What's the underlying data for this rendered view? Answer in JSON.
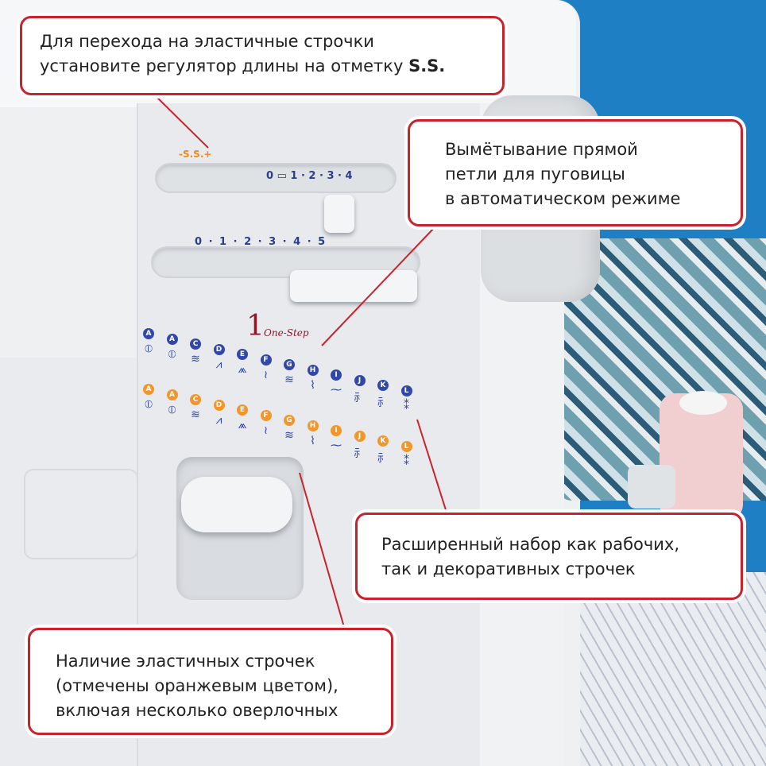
{
  "colors": {
    "accent": "#c8232c",
    "background": "#1f7fc4",
    "elastic_stitch": "#f2962a",
    "regular_stitch": "#3148a8"
  },
  "callouts": [
    {
      "lines": [
        "Для перехода на эластичные строчки",
        "установите регулятор длины на отметку "
      ],
      "bold": "S.S."
    },
    {
      "lines": [
        "Вымётывание прямой",
        "петли для пуговицы",
        "в автоматическом режиме"
      ]
    },
    {
      "lines": [
        "Расширенный набор как рабочих,",
        "так и декоративных строчек"
      ]
    },
    {
      "lines": [
        "Наличие эластичных строчек",
        "(отмечены оранжевым цветом),",
        "включая несколько оверлочных"
      ]
    }
  ],
  "panel": {
    "ss_mark": "-S.S.+",
    "length_scale": "0  ▭  1 · 2 · 3 · 4",
    "width_scale": "0 · 1 · 2 · 3 · 4 · 5",
    "logo_digit": "1",
    "logo_text": "One-Step",
    "stitches_top": [
      "A",
      "A",
      "C",
      "D",
      "E",
      "F",
      "G",
      "H",
      "I",
      "J",
      "K",
      "L"
    ],
    "stitches_bottom": [
      "A",
      "A",
      "C",
      "D",
      "E",
      "F",
      "G",
      "H",
      "I",
      "J",
      "K",
      "L"
    ]
  }
}
